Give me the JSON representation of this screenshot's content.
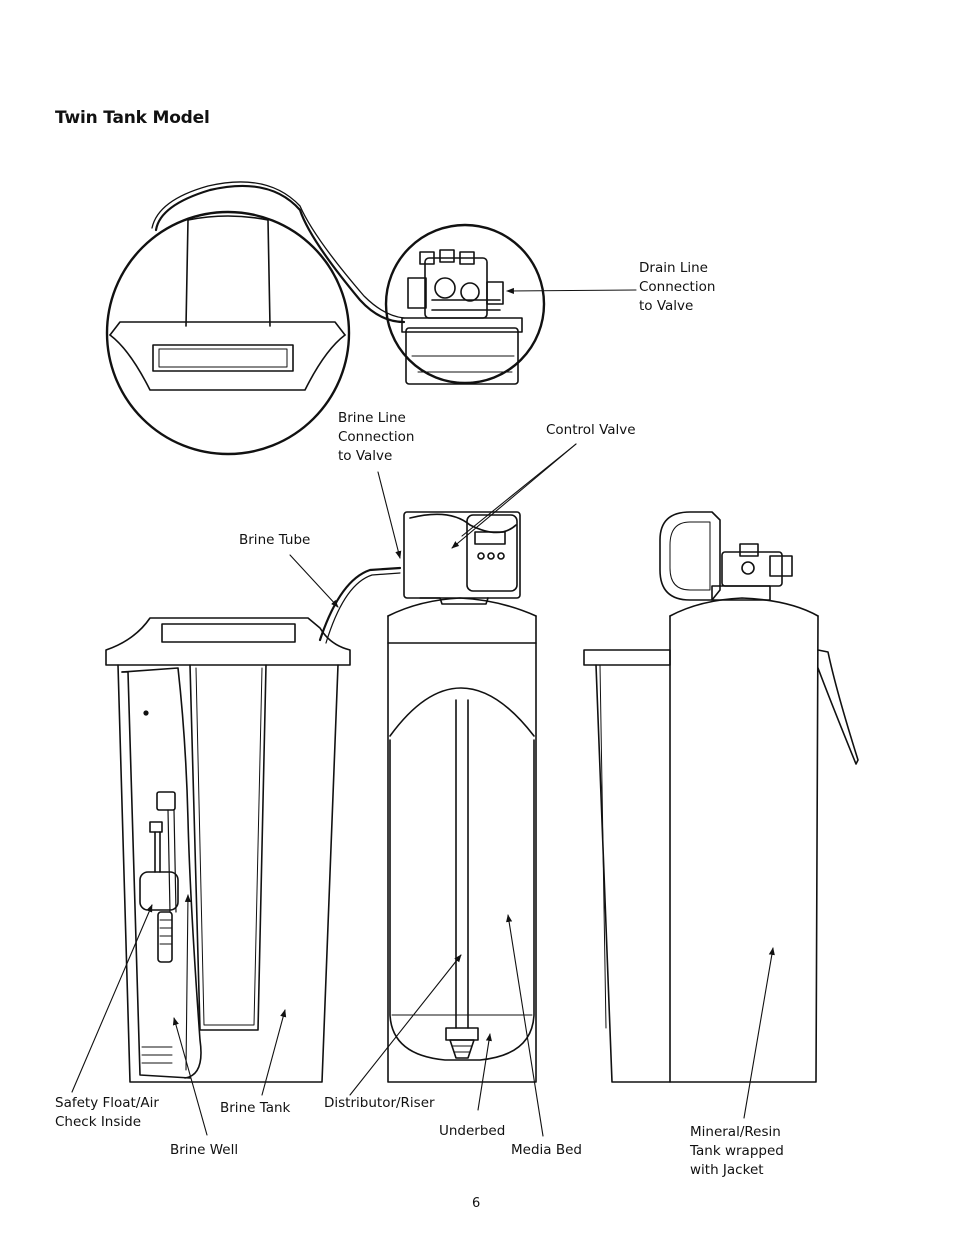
{
  "title": "Twin Tank Model",
  "labels": {
    "drain_line": [
      "Drain Line",
      "Connection",
      "to Valve"
    ],
    "brine_line": [
      "Brine Line",
      "Connection",
      "to Valve"
    ],
    "control_valve": [
      "Control Valve"
    ],
    "brine_tube": [
      "Brine Tube"
    ],
    "safety_float": [
      "Safety Float/Air",
      "Check Inside"
    ],
    "brine_tank": [
      "Brine Tank"
    ],
    "brine_well": [
      "Brine Well"
    ],
    "distributor": [
      "Distributor/Riser"
    ],
    "underbed": [
      "Underbed"
    ],
    "media_bed": [
      "Media Bed"
    ],
    "mineral_tank": [
      "Mineral/Resin",
      "Tank wrapped",
      "with Jacket"
    ]
  },
  "page_number": "6"
}
